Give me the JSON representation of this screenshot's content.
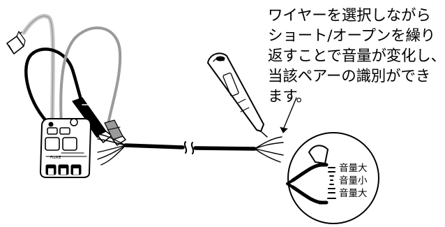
{
  "caption": {
    "lines": [
      "ワイヤーを選択しながら",
      "ショート/オープンを繰り",
      "返すことで音量が変化し、",
      "当該ペアーの識別ができ",
      "ます。"
    ]
  },
  "tone_generator": {
    "brand": "FLUKE"
  },
  "volume_indicator": {
    "labels": [
      "音量大",
      "音量小",
      "音量大"
    ]
  },
  "colors": {
    "ink": "#000000",
    "gray_wire": "#9a9a9a",
    "light_wire": "#c8c8c8",
    "background": "#ffffff"
  }
}
